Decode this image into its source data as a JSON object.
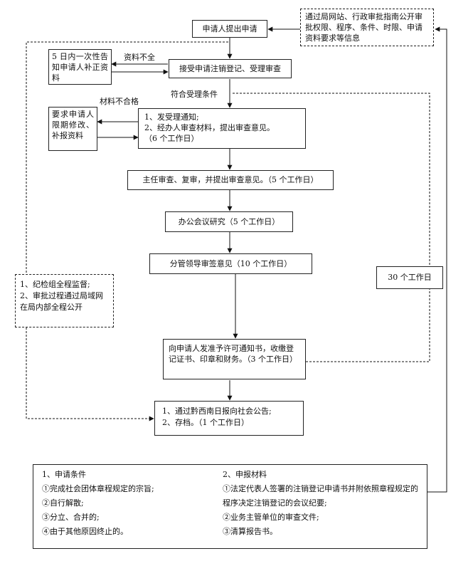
{
  "nodes": {
    "apply": "申请人提出申请",
    "info": "通过局网站、行政审批指南公开审批权限、程序、条件、时限、申请资料要求等信息",
    "notify_once": "5 日内一次性告知申请人补正资料",
    "accept": "接受申请注销登记、受理审查",
    "require_fix": "要求申请人限期修改、补报资料",
    "review_lines": [
      "1、发受理通知;",
      "2、经办人审查材料，提出审查意见。",
      "（6 个工作日）"
    ],
    "director": "主任审查、复审，并提出审查意见。（5 个工作日）",
    "meeting": "办公会议研究（5 个工作日）",
    "leader": "分管领导审签意见（10 个工作日）",
    "supervise_lines": [
      "1、纪检组全程监督;",
      "2、审批过程通过局域网在局内部全程公开"
    ],
    "thirty_days": "30 个工作日",
    "issue": "向申请人发准予许可通知书，收缴登记证书、印章和财务。（3 个工作日）",
    "announce_lines": [
      "1、通过黔西南日报向社会公告;",
      "2、存档。（1 个工作日）"
    ]
  },
  "edge_labels": {
    "incomplete": "资料不全",
    "meets": "符合受理条件",
    "unqualified": "材料不合格"
  },
  "conditions": {
    "title": "1、申请条件",
    "items": [
      "①完成社会团体章程规定的宗旨;",
      "②自行解散;",
      "③分立、合并的;",
      "④由于其他原因终止的。"
    ]
  },
  "materials": {
    "title": "2、申报材料",
    "items": [
      "①法定代表人签署的注销登记申请书并附依照章程规定的程序决定注销登记的会议纪要;",
      "②业务主管单位的审查文件;",
      "③清算报告书。"
    ]
  }
}
